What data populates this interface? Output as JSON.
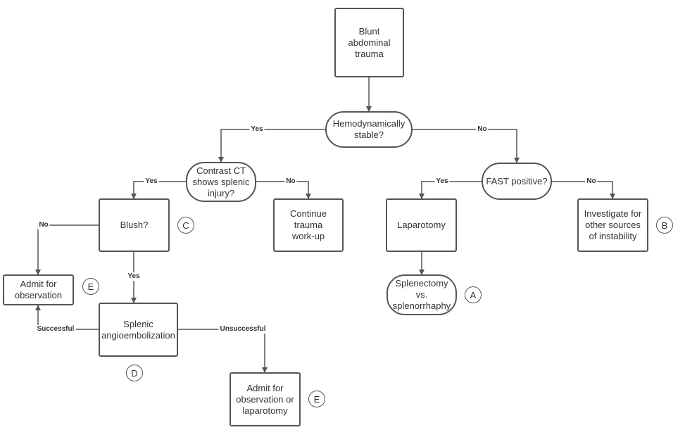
{
  "colors": {
    "stroke": "#555555",
    "text": "#333333",
    "background": "#ffffff"
  },
  "nodes": {
    "blunt": "Blunt\nabdominal\ntrauma",
    "hemo": "Hemodynamically\nstable?",
    "ct": "Contrast CT\nshows splenic\ninjury?",
    "fast": "FAST positive?",
    "blush": "Blush?",
    "continue": "Continue\ntrauma\nwork-up",
    "laparotomy": "Laparotomy",
    "investigate": "Investigate for\nother sources\nof instability",
    "admit_obs": "Admit for\nobservation",
    "spl_emb": "Splenic\nangioembolization",
    "splenectomy": "Splenectomy\nvs.\nsplenorrhaphy",
    "admit_obs_lap": "Admit for\nobservation or\nlaparotomy"
  },
  "edge_labels": {
    "hemo_yes": "Yes",
    "hemo_no": "No",
    "ct_yes": "Yes",
    "ct_no": "No",
    "fast_yes": "Yes",
    "fast_no": "No",
    "blush_no": "No",
    "blush_yes": "Yes",
    "successful": "Successful",
    "unsuccessful": "Unsuccessful"
  },
  "markers": {
    "b": "B",
    "c": "C",
    "a": "A",
    "e1": "E",
    "d": "D",
    "e2": "E"
  }
}
